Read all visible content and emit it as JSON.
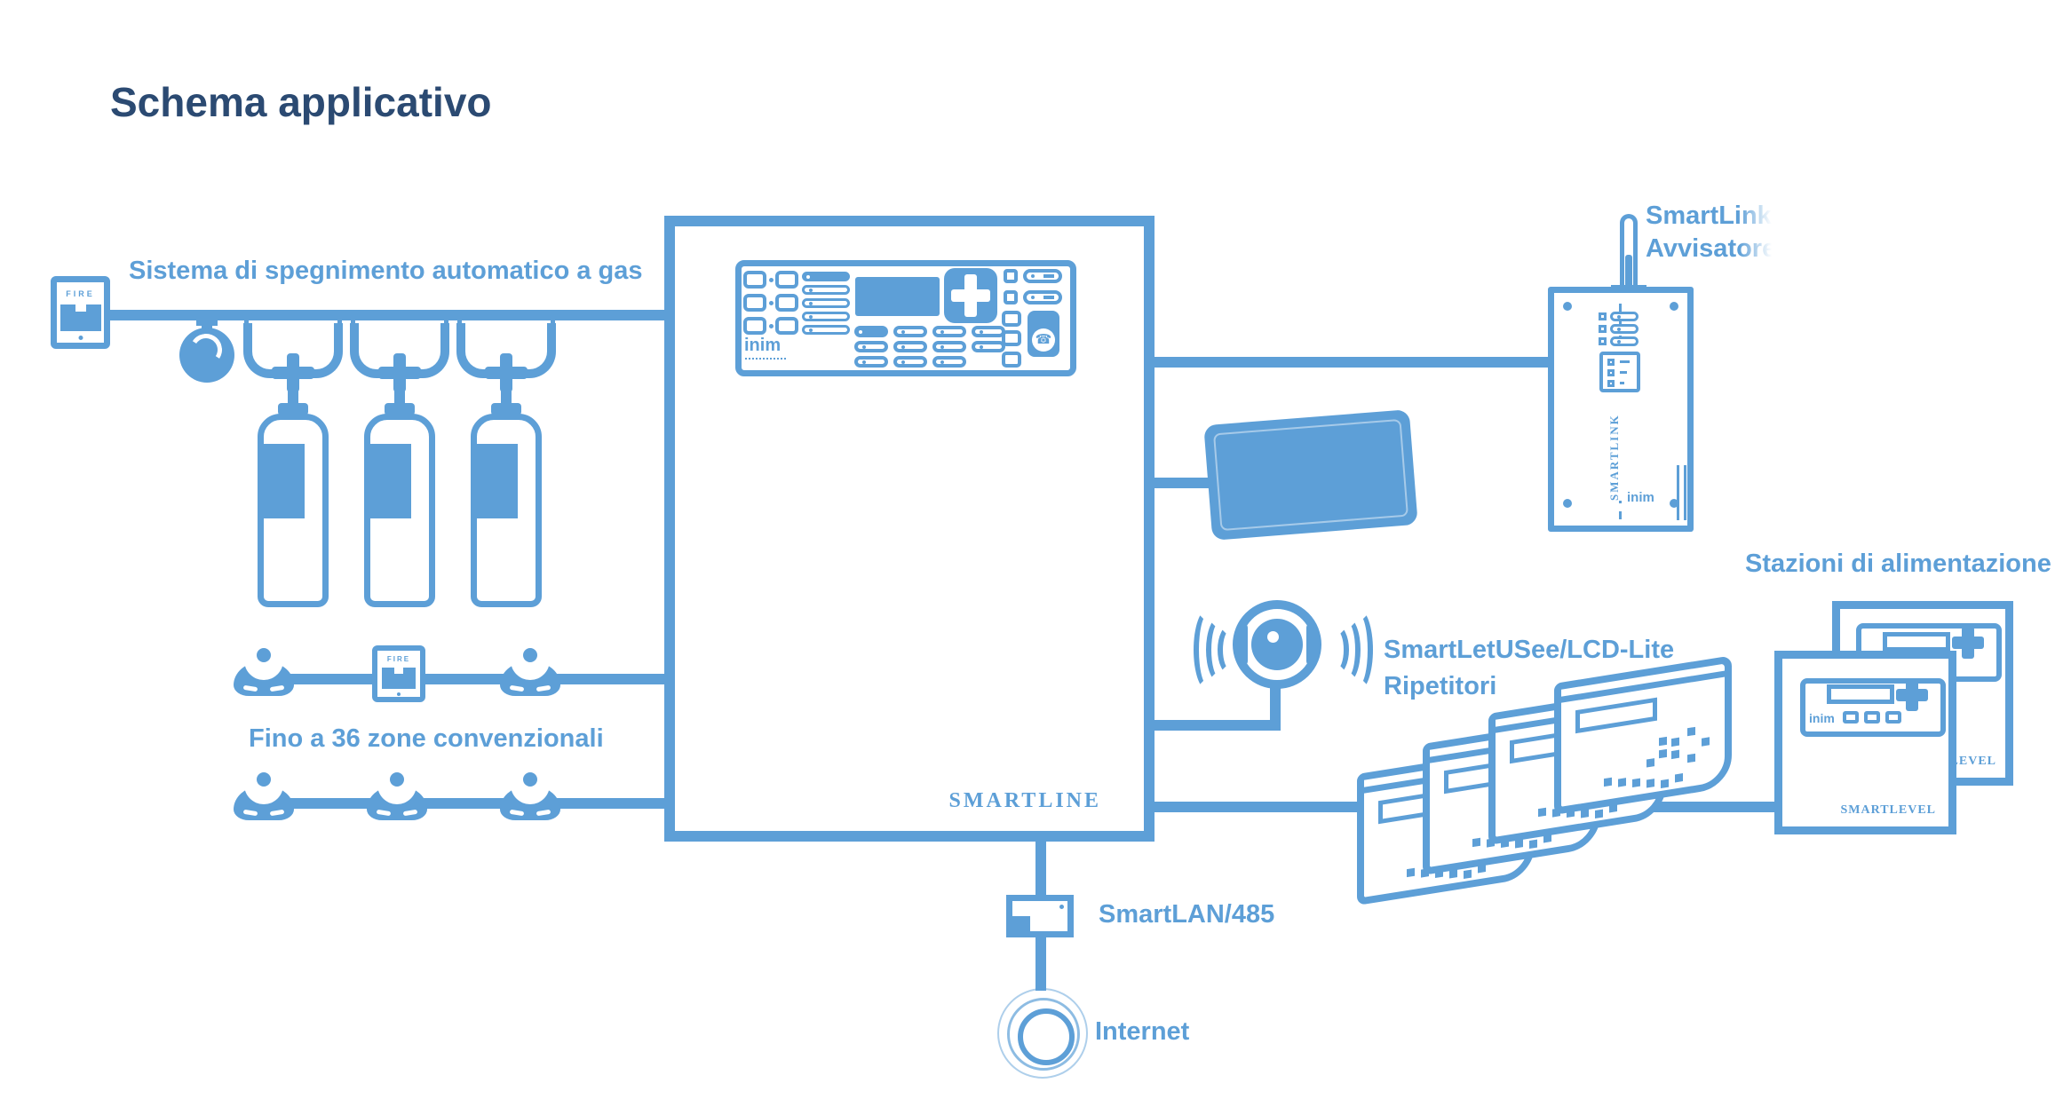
{
  "title": "Schema applicativo",
  "colors": {
    "accent": "#5d9fd7",
    "title_text": "#2b4a72"
  },
  "labels": {
    "gas_system": "Sistema di spegnimento automatico a gas",
    "zones": "Fino a 36 zone convenzionali",
    "smartlink": {
      "line1": "SmartLink",
      "line2": "Avvisatore"
    },
    "repeaters": {
      "line1": "SmartLetUSee/LCD-Lite",
      "line2": "Ripetitori"
    },
    "power_stations": "Stazioni di alimentazione",
    "smartlan": "SmartLAN/485",
    "internet": "Internet"
  },
  "devices": {
    "panel": {
      "model": "SMARTLINE",
      "brand": "inim"
    },
    "smartlink": {
      "model": "SMARTLINK",
      "brand": "inim"
    },
    "station": {
      "model": "SMARTLEVEL",
      "brand": "inim"
    },
    "callpoint": {
      "label": "FIRE"
    }
  },
  "icons": {
    "phone": "☎"
  }
}
